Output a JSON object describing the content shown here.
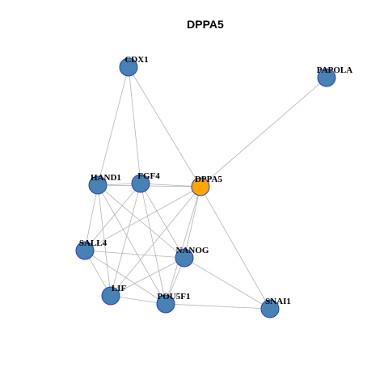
{
  "title": "DPPA5",
  "colors": {
    "default_node": "#4682b4",
    "highlight_node": "#ffa500",
    "node_border": "#2a3fb5",
    "edge": "#b3b3b3"
  },
  "nodes": [
    {
      "id": "CDX1",
      "label": "CDX1",
      "highlight": false
    },
    {
      "id": "PAPOLA",
      "label": "PAPOLA",
      "highlight": false
    },
    {
      "id": "HAND1",
      "label": "HAND1",
      "highlight": false
    },
    {
      "id": "FGF4",
      "label": "FGF4",
      "highlight": false
    },
    {
      "id": "DPPA5",
      "label": "DPPA5",
      "highlight": true
    },
    {
      "id": "SALL4",
      "label": "SALL4",
      "highlight": false
    },
    {
      "id": "NANOG",
      "label": "NANOG",
      "highlight": false
    },
    {
      "id": "LIF",
      "label": "LIF",
      "highlight": false
    },
    {
      "id": "POU5F1",
      "label": "POU5F1",
      "highlight": false
    },
    {
      "id": "SNAI1",
      "label": "SNAI1",
      "highlight": false
    }
  ],
  "edges": [
    [
      "CDX1",
      "HAND1"
    ],
    [
      "CDX1",
      "FGF4"
    ],
    [
      "CDX1",
      "DPPA5"
    ],
    [
      "PAPOLA",
      "DPPA5"
    ],
    [
      "HAND1",
      "FGF4"
    ],
    [
      "HAND1",
      "DPPA5"
    ],
    [
      "HAND1",
      "SALL4"
    ],
    [
      "HAND1",
      "NANOG"
    ],
    [
      "HAND1",
      "LIF"
    ],
    [
      "HAND1",
      "POU5F1"
    ],
    [
      "FGF4",
      "DPPA5"
    ],
    [
      "FGF4",
      "SALL4"
    ],
    [
      "FGF4",
      "NANOG"
    ],
    [
      "FGF4",
      "LIF"
    ],
    [
      "FGF4",
      "POU5F1"
    ],
    [
      "DPPA5",
      "SALL4"
    ],
    [
      "DPPA5",
      "NANOG"
    ],
    [
      "DPPA5",
      "LIF"
    ],
    [
      "DPPA5",
      "POU5F1"
    ],
    [
      "DPPA5",
      "SNAI1"
    ],
    [
      "SALL4",
      "NANOG"
    ],
    [
      "SALL4",
      "LIF"
    ],
    [
      "SALL4",
      "POU5F1"
    ],
    [
      "NANOG",
      "LIF"
    ],
    [
      "NANOG",
      "POU5F1"
    ],
    [
      "NANOG",
      "SNAI1"
    ],
    [
      "LIF",
      "POU5F1"
    ],
    [
      "POU5F1",
      "SNAI1"
    ]
  ]
}
